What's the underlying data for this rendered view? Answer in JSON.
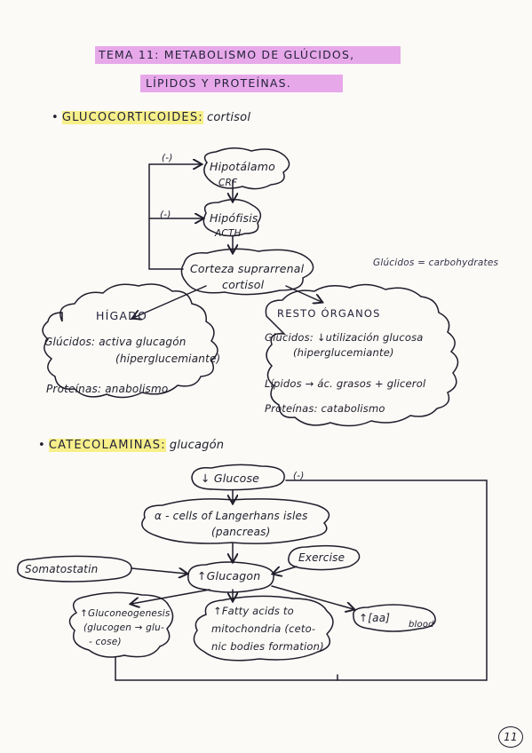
{
  "header": {
    "title_line1": "TEMA 11: METABOLISMO DE GLÚCIDOS,",
    "title_line2": "LÍPIDOS Y PROTEÍNAS."
  },
  "section1": {
    "bullet": "•",
    "heading": "GLUCOCORTICOIDES:",
    "subject": "cortisol",
    "hypothalamus": "Hipotálamo",
    "crf": "CRF",
    "pituitary": "Hipófisis",
    "acth": "ACTH",
    "adrenal": "Corteza suprarrenal",
    "cortisol": "cortisol",
    "feedback1": "(-)",
    "feedback2": "(-)",
    "side_note": "Glúcidos = carbohydrates",
    "liver": {
      "title": "HÍGADO",
      "line1": "Glúcidos: activa glucagón",
      "line2": "(hiperglucemiante)",
      "line3": "Proteínas: anabolismo"
    },
    "other_organs": {
      "title": "RESTO ÓRGANOS",
      "line1": "Glúcidos: ↓utilización glucosa",
      "line2": "(hiperglucemiante)",
      "line3": "Lípidos → ác. grasos + glicerol",
      "line4": "Proteínas: catabolismo"
    }
  },
  "section2": {
    "bullet": "•",
    "heading": "CATECOLAMINAS:",
    "subject": "glucagón",
    "glucose": "↓ Glucose",
    "feedback": "(-)",
    "alpha_cells_line1": "α - cells of Langerhans isles",
    "alpha_cells_line2": "(pancreas)",
    "somatostatin": "Somatostatin",
    "exercise": "Exercise",
    "glucagon": "↑Glucagon",
    "effect1_line1": "↑Gluconeogenesis",
    "effect1_line2": "(glucogen → glu-",
    "effect1_line3": "- cose)",
    "effect2_line1": "↑Fatty acids to",
    "effect2_line2": "mitochondria (ceto-",
    "effect2_line3": "nic bodies formation)",
    "effect3": "↑[aa]",
    "effect3_sub": "blood"
  },
  "footer": {
    "page_number": "11"
  }
}
